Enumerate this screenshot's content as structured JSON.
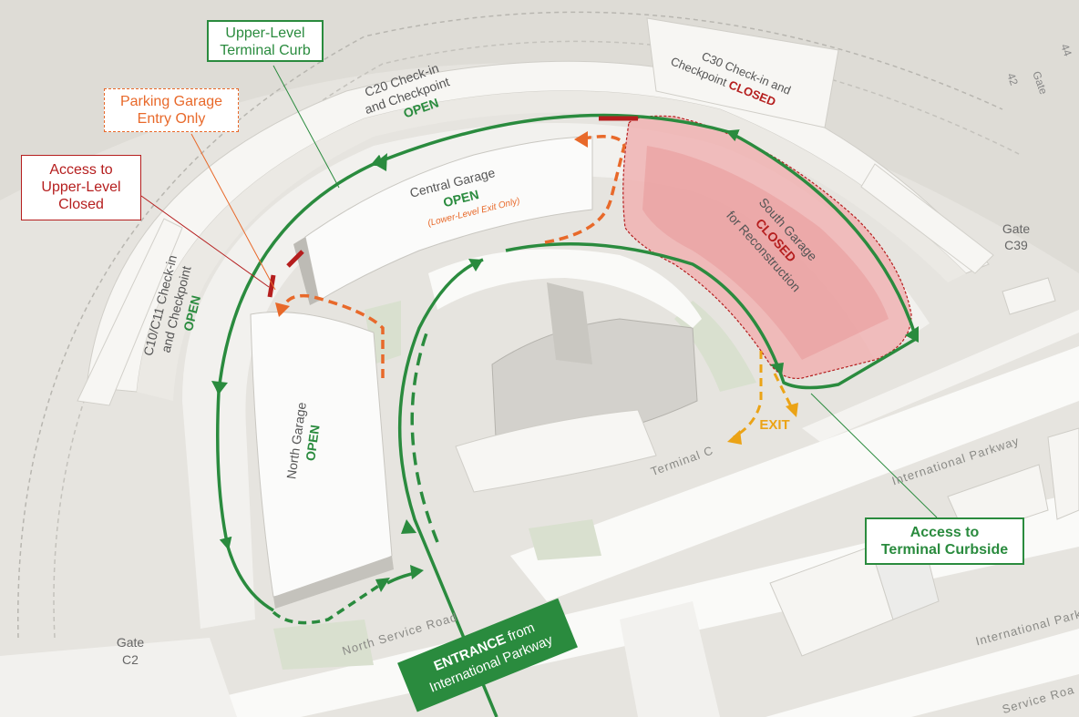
{
  "colors": {
    "open_green": "#2a8b3e",
    "closed_red": "#b51e1e",
    "entry_orange": "#e8692a",
    "exit_amber": "#eba316"
  },
  "callouts": {
    "upper_curb": {
      "line1": "Upper-Level",
      "line2": "Terminal Curb"
    },
    "garage_entry": {
      "line1": "Parking Garage",
      "line2": "Entry Only"
    },
    "upper_closed": {
      "line1": "Access to",
      "line2": "Upper-Level",
      "line3": "Closed"
    },
    "curbside": {
      "line1": "Access to",
      "line2": "Terminal Curbside"
    }
  },
  "checkpoints": {
    "c20": {
      "line1": "C20 Check-in",
      "line2": "and Checkpoint",
      "status": "OPEN"
    },
    "c30": {
      "line1": "C30 Check-in and",
      "line2": "Checkpoint",
      "status": "CLOSED"
    },
    "c10": {
      "line1": "C10/C11 Check-in",
      "line2": "and Checkpoint",
      "status": "OPEN"
    }
  },
  "garages": {
    "central": {
      "name": "Central Garage",
      "status": "OPEN",
      "note": "(Lower-Level Exit Only)"
    },
    "south": {
      "line1": "South Garage",
      "status": "CLOSED",
      "line3": "for Reconstruction"
    },
    "north": {
      "name": "North Garage",
      "status": "OPEN"
    }
  },
  "gates": {
    "c39": {
      "line1": "Gate",
      "line2": "C39"
    },
    "c2": {
      "line1": "Gate",
      "line2": "C2"
    },
    "c44": "44",
    "c42": "42",
    "gate_top": "Gate"
  },
  "roads": {
    "international_parkway": "International Parkway",
    "north_service_road": "North Service Road",
    "terminal_c": "Terminal C",
    "service_road": "Service Roa"
  },
  "exit_label": "EXIT",
  "entrance": {
    "bold": "ENTRANCE",
    "rest": " from",
    "line2": "International Parkway"
  }
}
